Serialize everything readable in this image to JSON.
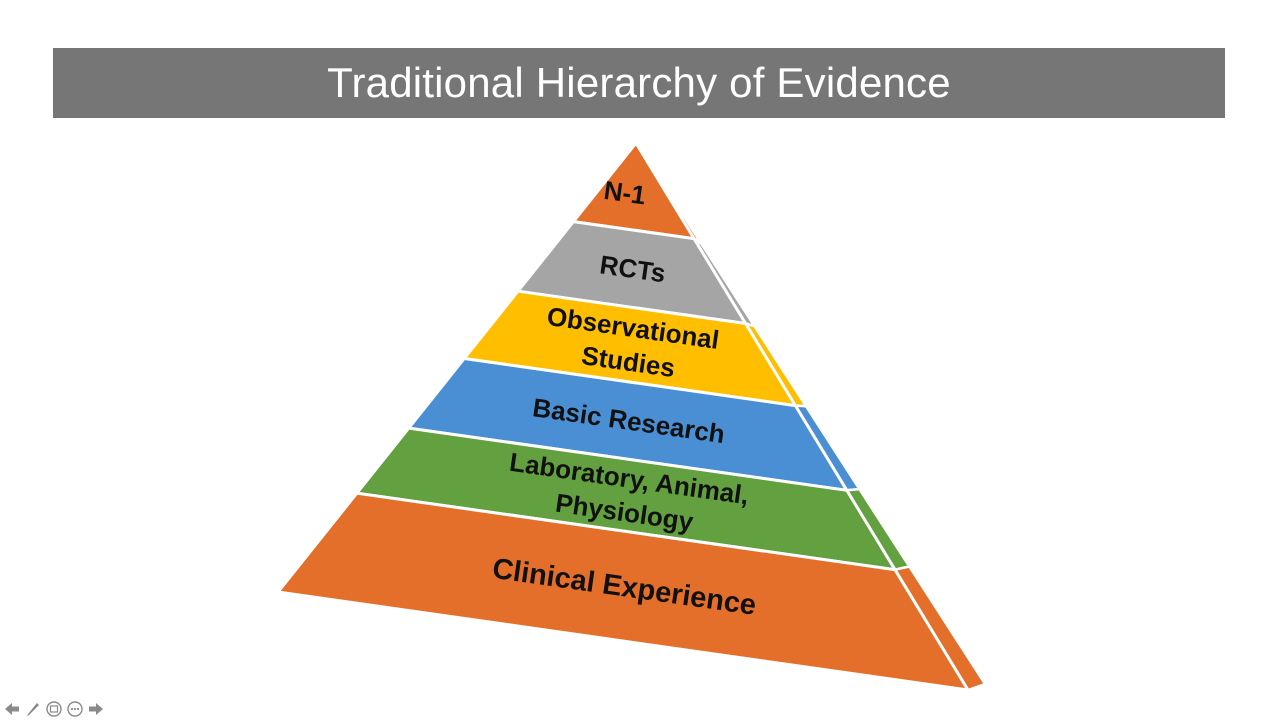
{
  "slide": {
    "title": "Traditional Hierarchy of Evidence"
  },
  "pyramid": {
    "tiers": [
      {
        "lines": [
          "N-1"
        ],
        "color": "#E46F2B",
        "side_color": "#E46F2B"
      },
      {
        "lines": [
          "RCTs"
        ],
        "color": "#A5A5A5",
        "side_color": "#A5A5A5"
      },
      {
        "lines": [
          "Observational",
          "Studies"
        ],
        "color": "#FFBE00",
        "side_color": "#FFBE00"
      },
      {
        "lines": [
          "Basic Research"
        ],
        "color": "#4A8FD4",
        "side_color": "#4A8FD4"
      },
      {
        "lines": [
          "Laboratory, Animal,",
          "Physiology"
        ],
        "color": "#62A040",
        "side_color": "#62A040"
      },
      {
        "lines": [
          "Clinical Experience"
        ],
        "color": "#E46F2B",
        "side_color": "#E46F2B"
      }
    ]
  },
  "toolbar": {
    "buttons": [
      {
        "name": "previous-slide-icon"
      },
      {
        "name": "pen-icon"
      },
      {
        "name": "slide-sorter-icon"
      },
      {
        "name": "more-options-icon"
      },
      {
        "name": "next-slide-icon"
      }
    ]
  }
}
